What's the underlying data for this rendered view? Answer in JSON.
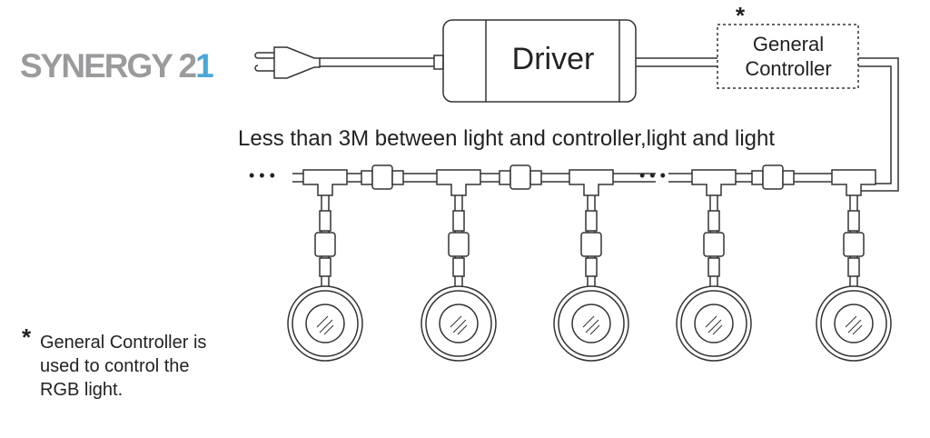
{
  "logo": {
    "text_main": "SYNERGY 2",
    "text_accent": "1",
    "accent_color": "#4aa8d8"
  },
  "driver": {
    "label": "Driver"
  },
  "controller": {
    "asterisk": "*",
    "line1": "General",
    "line2": "Controller"
  },
  "caption": "Less than 3M between light and controller,light and light",
  "footnote": {
    "asterisk": "*",
    "line1": "General Controller  is",
    "line2": "used to control the",
    "line3": "RGB light."
  },
  "ellipsis_left": "• • •",
  "ellipsis_middle": "• • •"
}
